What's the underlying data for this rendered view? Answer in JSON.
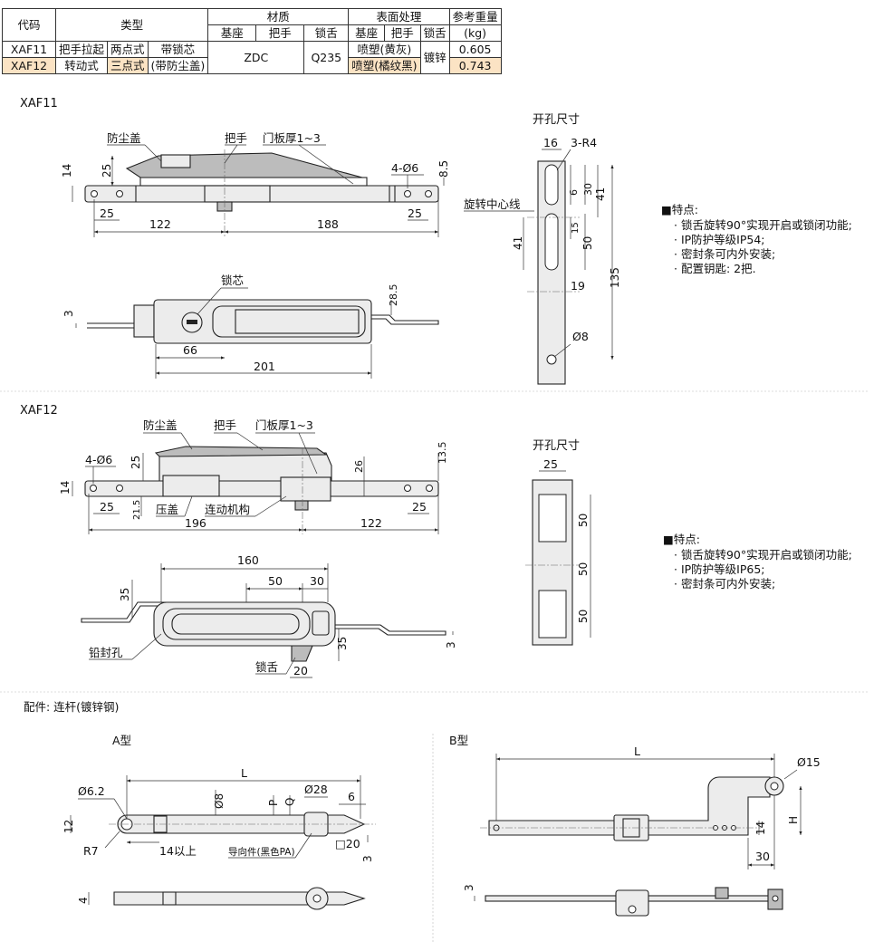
{
  "table": {
    "h_code": "代码",
    "h_type": "类型",
    "h_material": "材质",
    "h_surface": "表面处理",
    "h_weight": "参考重量",
    "h_unit": "(kg)",
    "sub_base": "基座",
    "sub_handle": "把手",
    "sub_tongue": "锁舌",
    "rows": [
      {
        "code": "XAF11",
        "type1": "把手拉起",
        "type2": "两点式",
        "weight": "0.605",
        "surface_handle": "喷塑(黄灰)"
      },
      {
        "code": "XAF12",
        "type1": "转动式",
        "type2": "三点式",
        "weight": "0.743",
        "surface_handle": "喷塑(橘纹黑)"
      }
    ],
    "type3": "带锁芯",
    "type3b": "(带防尘盖)",
    "mat_base": "ZDC",
    "mat_tongue": "Q235",
    "surf_tongue": "镀锌"
  },
  "xaf11": {
    "title": "XAF11",
    "labels": {
      "dust": "防尘盖",
      "handle": "把手",
      "door": "门板厚1~3",
      "holes": "4-Ø6",
      "core": "锁芯"
    },
    "dims": {
      "d14": "14",
      "d25v": "25",
      "d85": "8.5",
      "d25a": "25",
      "d25b": "25",
      "d122": "122",
      "d188": "188",
      "d3": "3",
      "d285": "28.5",
      "d66": "66",
      "d201": "201"
    },
    "cutout": {
      "title": "开孔尺寸",
      "d16": "16",
      "r4": "3-R4",
      "d6": "6",
      "d30": "30",
      "d41a": "41",
      "center": "旋转中心线",
      "d41b": "41",
      "d15": "15",
      "d50": "50",
      "d19": "19",
      "d135": "135",
      "d8": "Ø8"
    },
    "features": {
      "title": "■特点:",
      "items": [
        "· 锁舌旋转90°实现开启或锁闭功能;",
        "· IP防护等级IP54;",
        "· 密封条可内外安装;",
        "· 配置钥匙: 2把."
      ]
    }
  },
  "xaf12": {
    "title": "XAF12",
    "labels": {
      "dust": "防尘盖",
      "handle": "把手",
      "door": "门板厚1~3",
      "holes": "4-Ø6",
      "press": "压盖",
      "link": "连动机构",
      "seal": "铅封孔",
      "tongue": "锁舌"
    },
    "dims": {
      "d14": "14",
      "d25v": "25",
      "d135": "13.5",
      "d26": "26",
      "d215": "21.5",
      "d25a": "25",
      "d25b": "25",
      "d196": "196",
      "d122": "122",
      "d160": "160",
      "d50": "50",
      "d30": "30",
      "d35a": "35",
      "d35b": "35",
      "d3": "3",
      "d20": "20"
    },
    "cutout": {
      "title": "开孔尺寸",
      "d25": "25",
      "d50a": "50",
      "d50b": "50",
      "d50c": "50"
    },
    "features": {
      "title": "■特点:",
      "items": [
        "· 锁舌旋转90°实现开启或锁闭功能;",
        "· IP防护等级IP65;",
        "· 密封条可内外安装;"
      ]
    }
  },
  "parts": {
    "title": "配件: 连杆(镀锌钢)",
    "a": {
      "title": "A型",
      "L": "L",
      "d62": "Ø6.2",
      "d8": "Ø8",
      "P": "P",
      "Q": "Q",
      "d28": "Ø28",
      "d6": "6",
      "d12": "12",
      "R7": "R7",
      "d14": "14以上",
      "guide": "导向件(黑色PA)",
      "sq20": "□20",
      "d3": "3",
      "d4": "4"
    },
    "b": {
      "title": "B型",
      "L": "L",
      "d15": "Ø15",
      "d14": "14",
      "H": "H",
      "d30": "30",
      "d3": "3"
    }
  }
}
